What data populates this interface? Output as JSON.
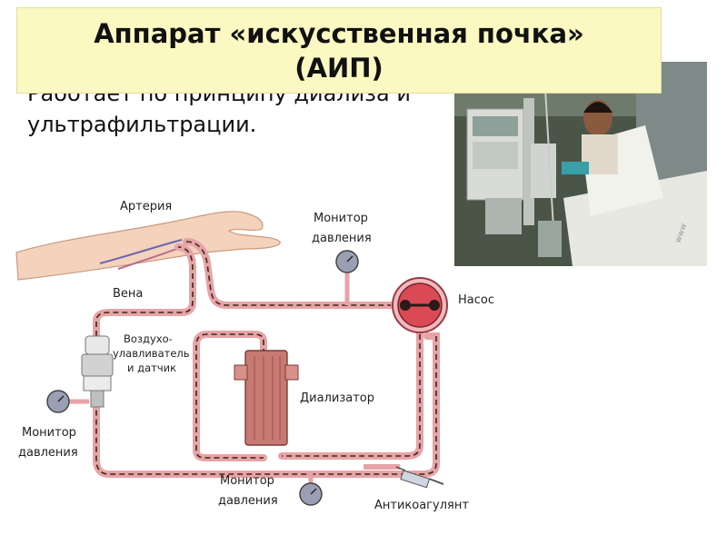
{
  "slide": {
    "title_line1": "Аппарат «искусственная почка»",
    "title_line2": "(АИП)",
    "body_line1": "Работает по принципу диализа и",
    "body_line2": "ультрафильтрации."
  },
  "diagram": {
    "labels": {
      "artery": "Артерия",
      "vein": "Вена",
      "pressure_monitor_top_1": "Монитор",
      "pressure_monitor_top_2": "давления",
      "pump": "Насос",
      "air_trap_1": "Воздухо-",
      "air_trap_2": "улавливатель",
      "air_trap_3": "и датчик",
      "dialyzer": "Диализатор",
      "pressure_monitor_left_1": "Монитор",
      "pressure_monitor_left_2": "давления",
      "pressure_monitor_bottom_1": "Монитор",
      "pressure_monitor_bottom_2": "давления",
      "anticoagulant": "Антикоагулянт"
    }
  },
  "colors": {
    "title_bg": "#fbf8c2",
    "tube": "#e8a3a8",
    "dash": "#3a2a10",
    "dialyzer": "#c77a72",
    "pump": "#d94a55"
  }
}
